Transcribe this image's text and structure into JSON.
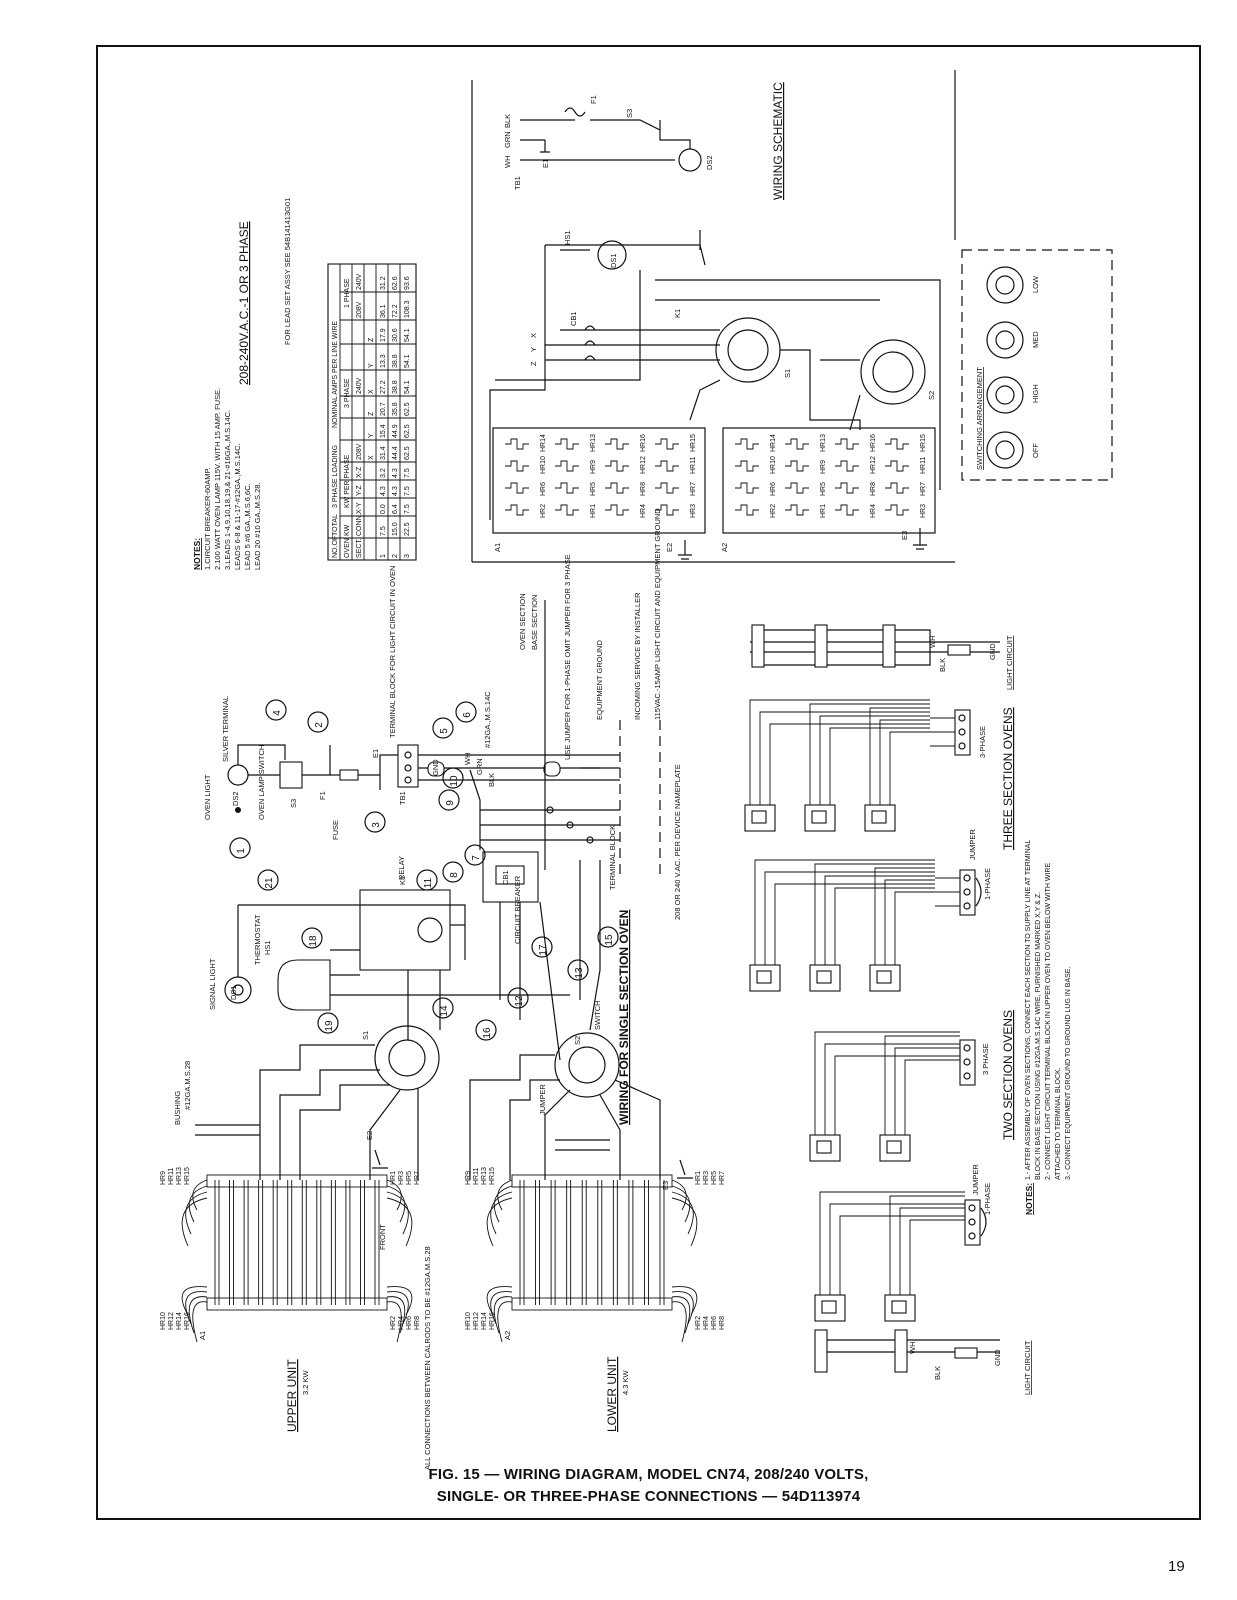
{
  "caption": {
    "line1": "FIG. 15 — WIRING DIAGRAM, MODEL CN74, 208/240 VOLTS,",
    "line2": "SINGLE- OR THREE-PHASE CONNECTIONS — 54D113974"
  },
  "page_number": "19",
  "notes": {
    "title": "NOTES:",
    "lines": [
      "1.CIRCUIT BREAKER-60AMP.",
      "2.100 WATT OVEN LAMP 115V. WITH 15 AMP. FUSE.",
      "3.LEADS 1-4,9,10,18,19,& 21-#16GA.,M.S.14C.",
      "LEADS 6-8 & 11-17-#12GA.,M.S.14C.",
      "LEAD 5 #6 GA.,M.S.6,6C.",
      "LEAD 20 #10 GA.,M.S.28."
    ]
  },
  "amps_table": {
    "title": "208-240V.A.C.-1 OR 3 PHASE",
    "subtitle": "FOR LEAD SET ASSY SEE 54B141413G01",
    "head_top": [
      "NO.OF",
      "TOTAL",
      "3 PHASE LOADING",
      "NOMINAL AMPS PER LINE WIRE"
    ],
    "head_mid": [
      "OVEN",
      "KW",
      "KW PER PHASE",
      "3 PHASE",
      "1 PHASE"
    ],
    "head_sub": [
      "SECT.",
      "CONN.",
      "X-Y",
      "Y-Z",
      "X-Z",
      "208V",
      "240V",
      "208V",
      "240V"
    ],
    "head_cols": [
      "",
      "",
      "",
      "",
      "",
      "X",
      "Y",
      "Z",
      "X",
      "Y",
      "Z",
      "",
      ""
    ],
    "rows": [
      [
        "1",
        "7.5",
        "0.0",
        "4.3",
        "3.2",
        "31.4",
        "15.4",
        "20.7",
        "27.2",
        "13.3",
        "17.9",
        "36.1",
        "31.2"
      ],
      [
        "2",
        "15.0",
        "6.4",
        "4.3",
        "4.3",
        "44.4",
        "44.9",
        "35.8",
        "38.8",
        "38.8",
        "30.6",
        "72.2",
        "62.6"
      ],
      [
        "3",
        "22.5",
        "7.5",
        "7.5",
        "7.5",
        "62.5",
        "62.5",
        "62.5",
        "54.1",
        "54.1",
        "54.1",
        "108.3",
        "93.6"
      ]
    ]
  },
  "schematic": {
    "title": "WIRING SCHEMATIC",
    "wire_labels": [
      "BLK",
      "GRN",
      "WH",
      "TB1",
      "E1",
      "F1",
      "S3",
      "DS2",
      "HS1",
      "DS1",
      "CB1",
      "K1",
      "X",
      "Y",
      "Z",
      "S1",
      "S2",
      "A1",
      "A2",
      "E2",
      "E3"
    ],
    "a1_heaters": [
      "HR14",
      "HR10",
      "HR6",
      "HR2",
      "HR13",
      "HR9",
      "HR5",
      "HR1",
      "HR16",
      "HR12",
      "HR8",
      "HR4",
      "HR15",
      "HR11",
      "HR7",
      "HR3"
    ],
    "a2_heaters": [
      "HR14",
      "HR10",
      "HR6",
      "HR2",
      "HR13",
      "HR9",
      "HR5",
      "HR1",
      "HR16",
      "HR12",
      "HR8",
      "HR4",
      "HR15",
      "HR11",
      "HR7",
      "HR3"
    ],
    "switching": {
      "title": "SWITCHING ARRANGEMENT",
      "positions": [
        "OFF",
        "HIGH",
        "MED",
        "LOW"
      ]
    }
  },
  "wiring": {
    "title": "WIRING FOR SINGLE SECTION OVEN",
    "labels": {
      "silver_terminal": "SILVER TERMINAL",
      "oven_light": "OVEN LIGHT",
      "ds2": "DS2",
      "oven_lamp_switch": "OVEN LAMP SWITCH",
      "s3": "S3",
      "fuse": "FUSE",
      "f1": "F1",
      "terminal_block_light": "TERMINAL BLOCK FOR LIGHT CIRCUIT IN OVEN",
      "tb1": "TB1",
      "e1": "E1",
      "wh": "WH",
      "grn": "GRN",
      "blk": "BLK",
      "gnd": "GND",
      "lead20": "#12GA.,M.S.14C",
      "oven_section": "OVEN SECTION",
      "base_section": "BASE SECTION",
      "jumper_note": "USE JUMPER FOR 1-PHASE OMIT JUMPER FOR 3 PHASE",
      "equipment_ground": "EQUIPMENT GROUND",
      "incoming_service": "INCOMING SERVICE BY INSTALLER",
      "light_circuit_service": "115VAC.-15AMP LIGHT CIRCUIT AND EQUIPMENT GROUND",
      "supply_note": "208 OR 240 V.AC. PER DEVICE NAMEPLATE",
      "terminal_block": "TERMINAL BLOCK",
      "relay": "RELAY",
      "k1": "K1",
      "circuit_breaker": "CIRCUIT BREAKER",
      "cb1": "CB1",
      "thermostat": "THERMOSTAT",
      "hs1": "HS1",
      "signal_light": "SIGNAL LIGHT",
      "ds1": "DS1",
      "s1": "S1",
      "s2": "S2",
      "switch": "SWITCH",
      "jumper": "JUMPER",
      "bushing": "BUSHING",
      "lead_bushing": "#12GA.M.S.28",
      "e2": "E2",
      "e3": "E3",
      "front": "FRONT",
      "upper_unit": "UPPER UNIT",
      "upper_kw": "3.2 KW",
      "lower_unit": "LOWER UNIT",
      "lower_kw": "4.3 KW",
      "a1": "A1",
      "a2": "A2",
      "all_connections": "ALL CONNECTIONS BETWEEN CALRODS TO BE #12GA.M.S.28"
    },
    "lead_numbers": [
      "1",
      "2",
      "3",
      "4",
      "5",
      "6",
      "7",
      "8",
      "9",
      "10",
      "11",
      "12",
      "13",
      "14",
      "15",
      "16",
      "17",
      "18",
      "19",
      "21"
    ],
    "upper_left_heaters": [
      "HR9",
      "HR11",
      "HR13",
      "HR15"
    ],
    "upper_left_heaters_b": [
      "HR10",
      "HR12",
      "HR14",
      "HR16"
    ],
    "upper_right_heaters": [
      "HR1",
      "HR3",
      "HR5",
      "HR7"
    ],
    "upper_right_heaters_b": [
      "HR2",
      "HR4",
      "HR6",
      "HR8"
    ],
    "lower_left_heaters": [
      "HR9",
      "HR11",
      "HR13",
      "HR15"
    ],
    "lower_left_heaters_b": [
      "HR10",
      "HR12",
      "HR14",
      "HR16"
    ],
    "lower_right_heaters": [
      "HR1",
      "HR3",
      "HR5",
      "HR7"
    ],
    "lower_right_heaters_b": [
      "HR2",
      "HR4",
      "HR6",
      "HR8"
    ]
  },
  "multi_section": {
    "three_title": "THREE SECTION OVENS",
    "two_title": "TWO SECTION OVENS",
    "three_phase": "3-PHASE",
    "one_phase": "1-PHASE",
    "three_phase_b": "3 PHASE",
    "jumper": "JUMPER",
    "light_circuit": "LIGHT CIRCUIT",
    "wh": "WH",
    "blk": "BLK",
    "gnd": "GND",
    "notes_title": "NOTES:",
    "notes": [
      "1.- AFTER ASSEMBLY OF OVEN SECTIONS, CONNECT EACH SECTION TO SUPPLY LINE AT TERMINAL",
      "BLOCK IN BASE SECTION USING #12GA.M.S.14C WIRE, FURNISHED MARKED X,Y & Z.",
      "2.- CONNECT LIGHT CIRCUIT TERMINAL BLOCK IN UPPER OVEN TO OVEN BELOW WITH WIRE",
      "ATTACHED TO TERMINAL BLOCK.",
      "3.- CONNECT EQUIPMENT GROUND TO GROUND LUG IN BASE."
    ]
  }
}
